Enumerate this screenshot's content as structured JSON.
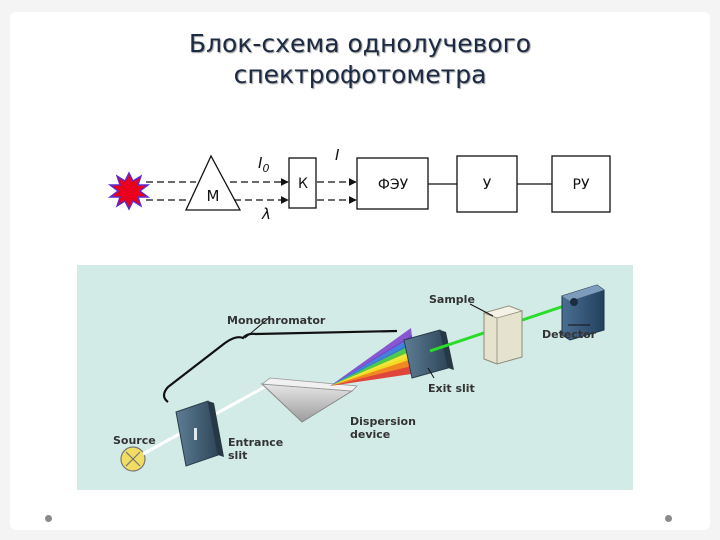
{
  "title": {
    "line1": "Блок-схема однолучевого",
    "line2": "спектрофотометра"
  },
  "block_diagram": {
    "monochromator_label": "М",
    "cuvette_label": "К",
    "detector_label": "ФЭУ",
    "amplifier_label": "У",
    "recorder_label": "РУ",
    "intensity_in_label": "I",
    "intensity_in_subscript": "0",
    "intensity_out_label": "I",
    "wavelength_label": "λ",
    "source_color": "#e8001c"
  },
  "photo_diagram": {
    "monochromator": "Monochromator",
    "sample": "Sample",
    "detector": "Detector",
    "exit_slit": "Exit slit",
    "dispersion_line1": "Dispersion",
    "dispersion_line2": "device",
    "source": "Source",
    "entrance_line1": "Entrance",
    "entrance_line2": "slit",
    "background_color": "#d3ebe6",
    "beam_color": "#2bdc2b"
  }
}
